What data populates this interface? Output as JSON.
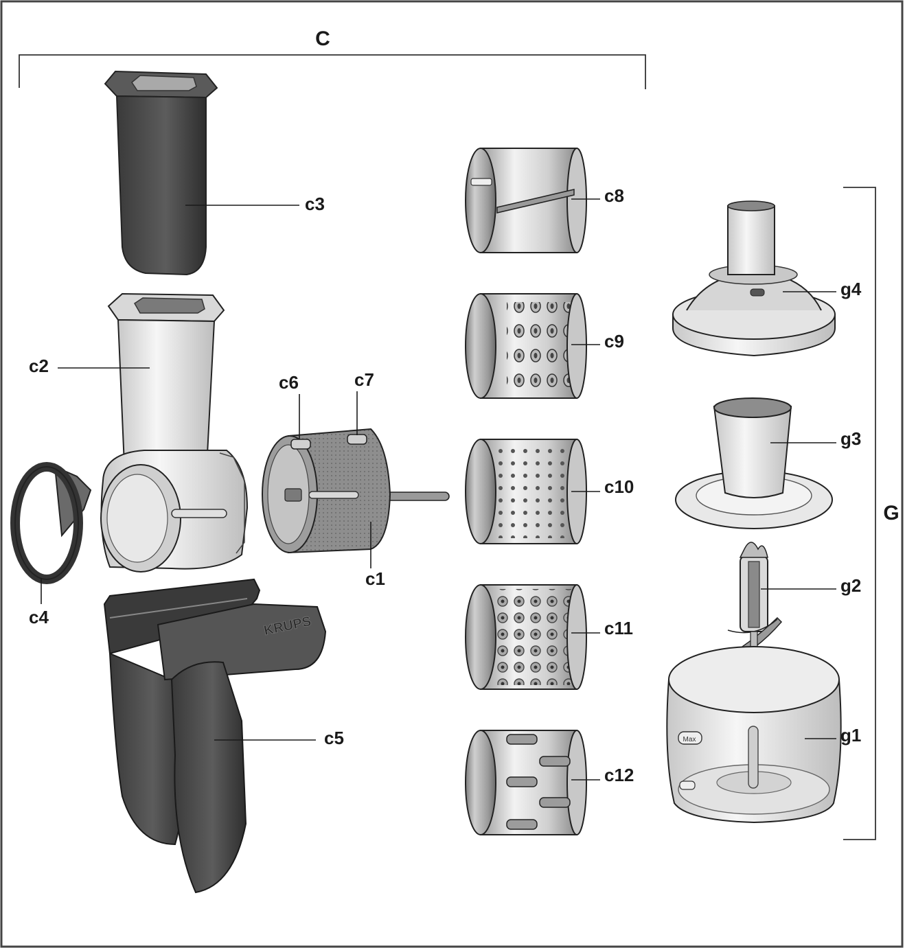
{
  "groups": {
    "c": "C",
    "g": "G"
  },
  "parts": {
    "c1": "c1",
    "c2": "c2",
    "c3": "c3",
    "c4": "c4",
    "c5": "c5",
    "c6": "c6",
    "c7": "c7",
    "c8": "c8",
    "c9": "c9",
    "c10": "c10",
    "c11": "c11",
    "c12": "c12",
    "g1": "g1",
    "g2": "g2",
    "g3": "g3",
    "g4": "g4"
  },
  "brand": "KRUPS",
  "cup_mark": "Max",
  "colors": {
    "dark_part": "#4a4a4a",
    "metal": "#d4d4d4",
    "light_part": "#eeeeee",
    "outline": "#222222"
  }
}
